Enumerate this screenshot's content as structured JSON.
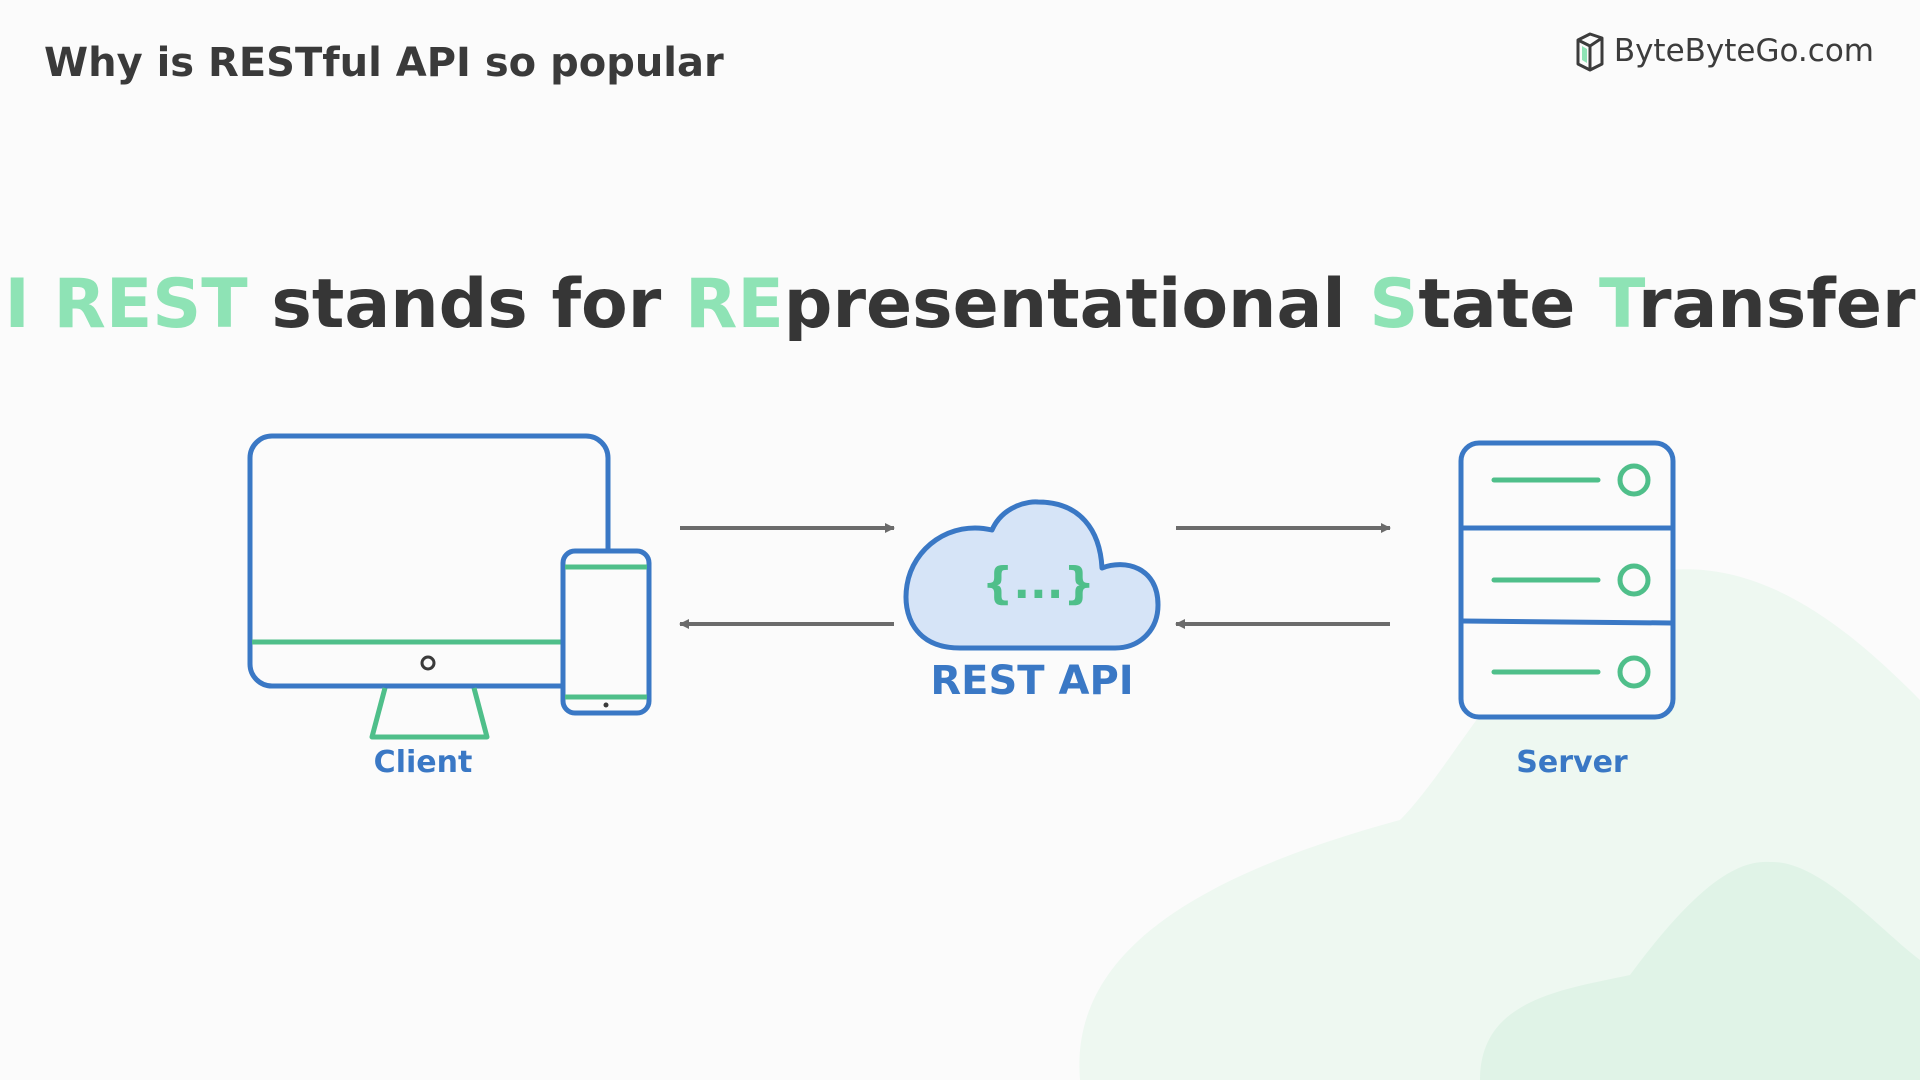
{
  "page": {
    "title": "Why is RESTful API so popular"
  },
  "brand": {
    "name": "ByteByteGo.com"
  },
  "headline": {
    "marker": "I",
    "rest": "REST",
    "stands_for": "stands for",
    "re": "RE",
    "presentational": "presentational",
    "s": "S",
    "tate": "tate",
    "t": "T",
    "ransfer": "ransfer"
  },
  "diagram": {
    "client_label": "Client",
    "api_label": "REST API",
    "api_symbol": "{...}",
    "server_label": "Server"
  },
  "colors": {
    "accent_green": "#8ee3b5",
    "icon_blue": "#3a78c5",
    "icon_green": "#4fbf8a",
    "arrow_gray": "#6b6b6b"
  }
}
